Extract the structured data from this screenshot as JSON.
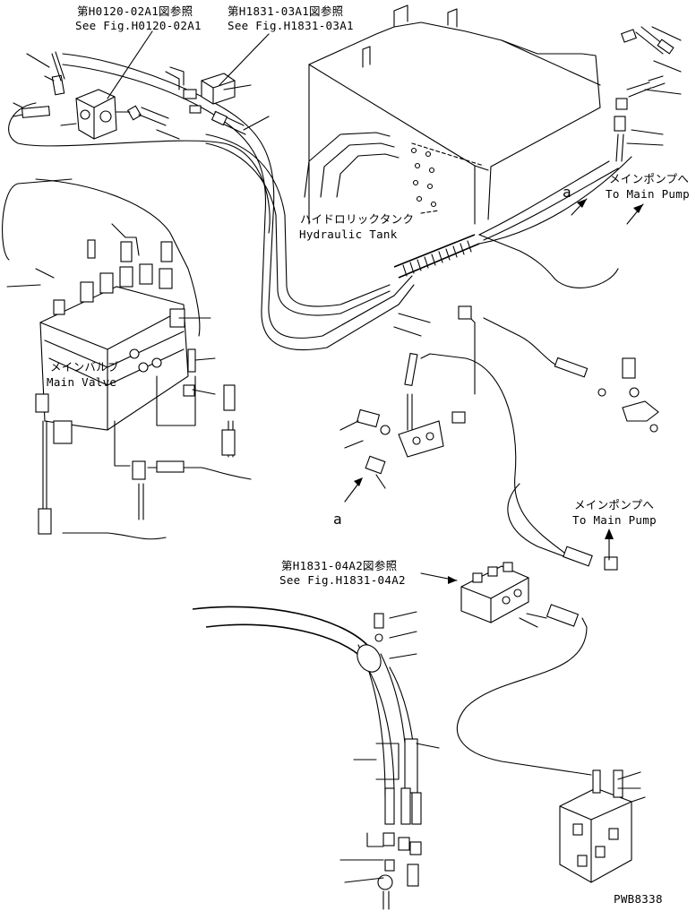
{
  "labels": {
    "ref_h0120_jp": "第H0120-02A1図参照",
    "ref_h0120_en": "See Fig.H0120-02A1",
    "ref_h1831_03_jp": "第H1831-03A1図参照",
    "ref_h1831_03_en": "See Fig.H1831-03A1",
    "tank_jp": "ハイドロリックタンク",
    "tank_en": "Hydraulic Tank",
    "pump_top_jp": "メインポンプへ",
    "pump_top_en": "To Main Pump",
    "a_top": "a",
    "valve_jp": "メインバルブ",
    "valve_en": "Main Valve",
    "pump_mid_jp": "メインポンプへ",
    "pump_mid_en": "To Main Pump",
    "a_bottom": "a",
    "ref_h1831_04_jp": "第H1831-04A2図参照",
    "ref_h1831_04_en": "See Fig.H1831-04A2",
    "drawing_code": "PWB8338"
  }
}
